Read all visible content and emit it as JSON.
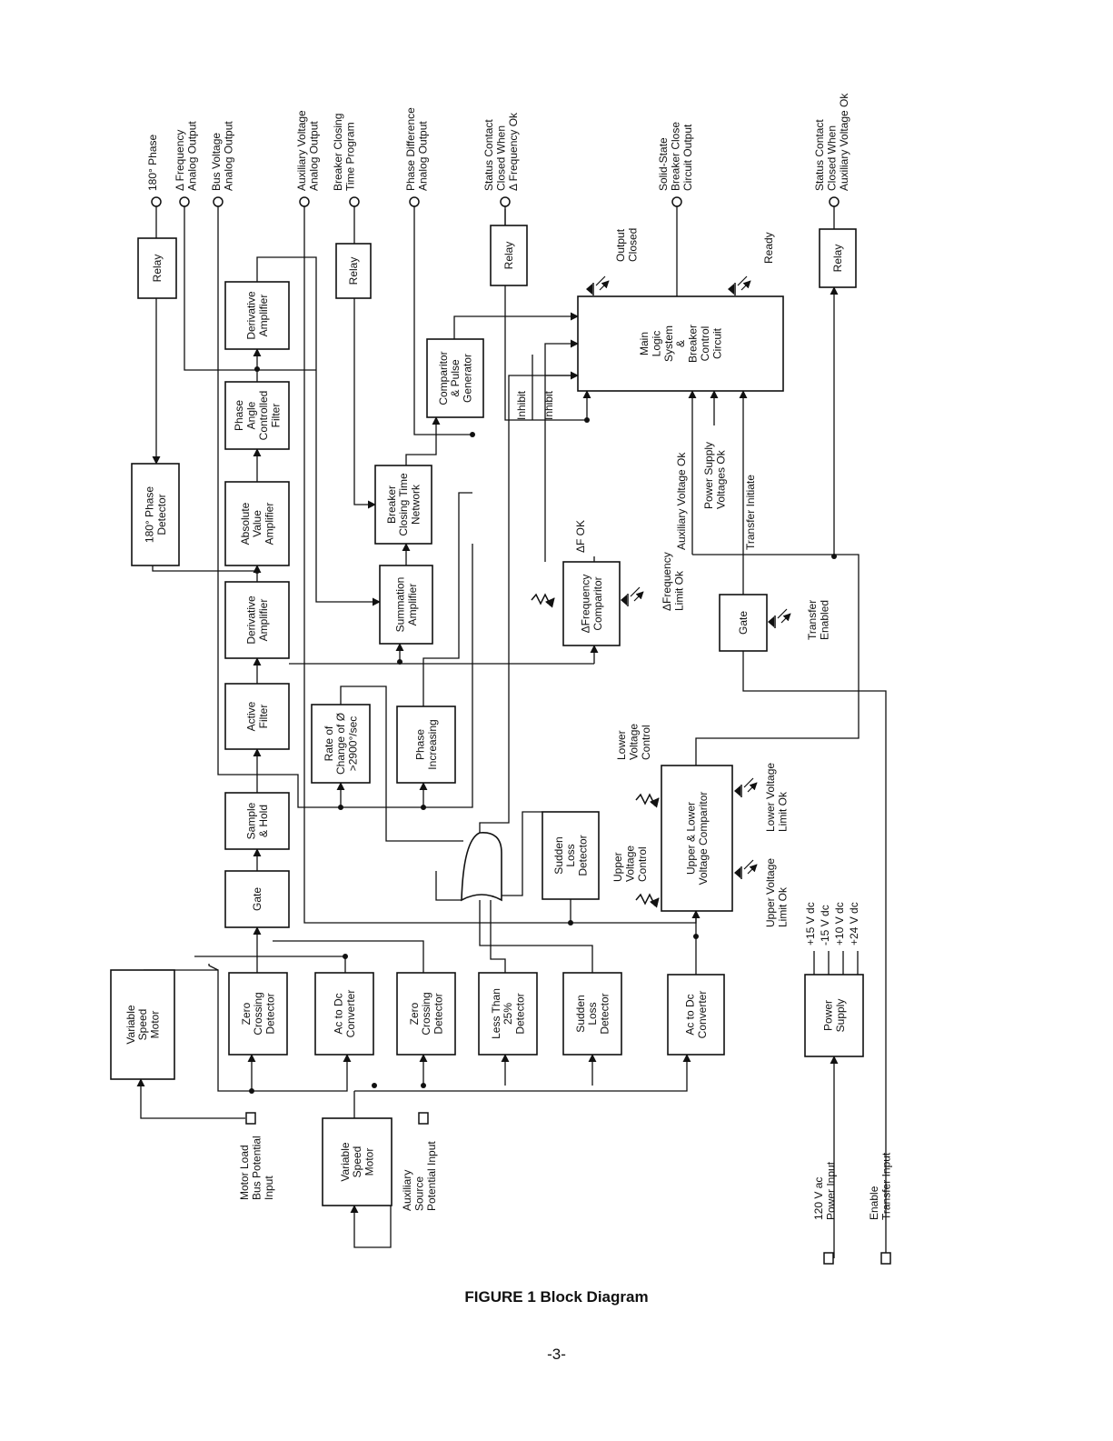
{
  "figure": {
    "caption": "FIGURE 1  Block Diagram",
    "page_number": "-3-"
  },
  "blocks": {
    "relay_180": [
      "Relay"
    ],
    "phase_detector_180": [
      "180° Phase",
      "Detector"
    ],
    "deriv_amp_top": [
      "Derivative",
      "Amplifier"
    ],
    "phase_angle_filter": [
      "Phase",
      "Angle",
      "Controlled",
      "Filter"
    ],
    "abs_value_amp": [
      "Absolute",
      "Value",
      "Amplifier"
    ],
    "deriv_amp_mid": [
      "Derivative",
      "Amplifier"
    ],
    "active_filter": [
      "Active",
      "Filter"
    ],
    "sample_hold": [
      "Sample",
      "& Hold"
    ],
    "gate_left": [
      "Gate"
    ],
    "zero_cross_1": [
      "Zero",
      "Crossing",
      "Detector"
    ],
    "var_speed_motor_1": [
      "Variable",
      "Speed",
      "Motor"
    ],
    "ac_dc_1": [
      "Ac to Dc",
      "Converter"
    ],
    "var_speed_motor_2": [
      "Variable",
      "Speed",
      "Motor"
    ],
    "rate_of_change": [
      "Rate of",
      "Change of Ø",
      ">2900°/sec"
    ],
    "summation_amp": [
      "Summation",
      "Amplifier"
    ],
    "relay_breaker": [
      "Relay"
    ],
    "breaker_network": [
      "Breaker",
      "Closing Time",
      "Network"
    ],
    "comparitor_pulse": [
      "Comparitor",
      "& Pulse",
      "Generator"
    ],
    "phase_increasing": [
      "Phase",
      "Increasing"
    ],
    "zero_cross_2": [
      "Zero",
      "Crossing",
      "Detector"
    ],
    "less_than_25": [
      "Less Than",
      "25%",
      "Detector"
    ],
    "sudden_loss_upper": [
      "Sudden",
      "Loss",
      "Detector"
    ],
    "sudden_loss_lower": [
      "Sudden",
      "Loss",
      "Detector"
    ],
    "relay_freq_ok": [
      "Relay"
    ],
    "freq_comparitor": [
      "ΔFrequency",
      "Comparitor"
    ],
    "main_logic": [
      "Main",
      "Logic",
      "System",
      "&",
      "Breaker",
      "Control",
      "Circuit"
    ],
    "upper_lower_comp": [
      "Upper & Lower",
      "Voltage Comparitor"
    ],
    "ac_dc_2": [
      "Ac to Dc",
      "Converter"
    ],
    "gate_right": [
      "Gate"
    ],
    "power_supply": [
      "Power",
      "Supply"
    ],
    "relay_aux_ok": [
      "Relay"
    ]
  },
  "outputs": {
    "phase_180": [
      "180° Phase"
    ],
    "freq_analog": [
      "Δ Frequency",
      "Analog Output"
    ],
    "bus_voltage": [
      "Bus Voltage",
      "Analog Output"
    ],
    "aux_voltage": [
      "Auxiliary Voltage",
      "Analog Output"
    ],
    "breaker_program": [
      "Breaker Closing",
      "Time Program"
    ],
    "phase_difference": [
      "Phase Difference",
      "Analog Output"
    ],
    "status_freq_ok": [
      "Status Contact",
      "Closed When",
      "Δ Frequency Ok"
    ],
    "solid_state": [
      "Solid-State",
      "Breaker Close",
      "Circuit Output"
    ],
    "status_aux_ok": [
      "Status Contact",
      "Closed When",
      "Auxiliary Voltage Ok"
    ]
  },
  "inputs": {
    "motor_load": [
      "Motor Load",
      "Bus Potential",
      "Input"
    ],
    "aux_source": [
      "Auxiliary",
      "Source",
      "Potential Input"
    ],
    "power_in": [
      "120 V ac",
      "Power Input"
    ],
    "enable_transfer": [
      "Enable",
      "Transfer Input"
    ]
  },
  "signals": {
    "inhibit_1": "Inhibit",
    "inhibit_2": "Inhibit",
    "df_ok": "ΔF OK",
    "aux_voltage_ok": "Auxiliary Voltage Ok",
    "power_supply_ok": [
      "Power Supply",
      "Voltages Ok"
    ],
    "transfer_initiate": "Transfer Initiate",
    "output_closed": [
      "Output",
      "Closed"
    ],
    "ready": "Ready",
    "freq_limit_ok": [
      "ΔFrequency",
      "Limit Ok"
    ],
    "transfer_enabled": [
      "Transfer",
      "Enabled"
    ],
    "lower_voltage_control": [
      "Lower",
      "Voltage",
      "Control"
    ],
    "upper_voltage_control": [
      "Upper",
      "Voltage",
      "Control"
    ],
    "upper_limit_ok": [
      "Upper Voltage",
      "Limit Ok"
    ],
    "lower_limit_ok": [
      "Lower Voltage",
      "Limit Ok"
    ],
    "supply_rails": [
      "+15 V dc",
      "-15 V dc",
      "+10 V dc",
      "+24 V dc"
    ]
  }
}
